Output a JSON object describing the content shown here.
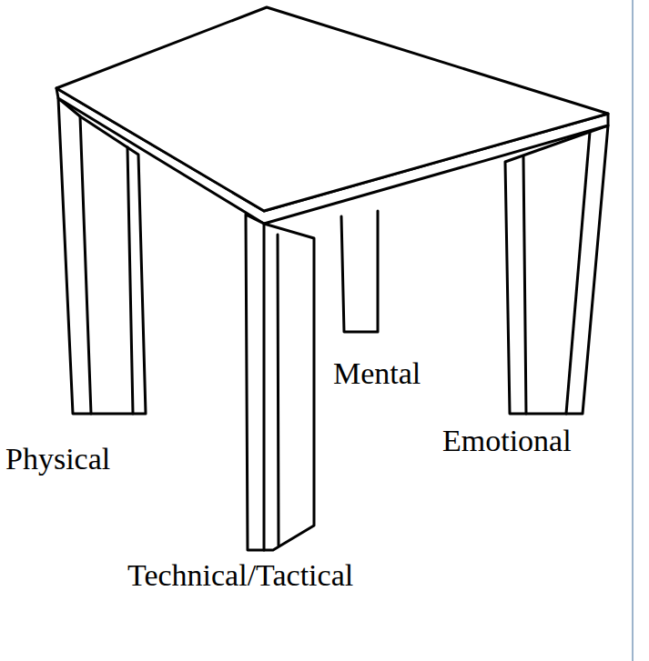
{
  "diagram": {
    "labels": [
      "Physical",
      "Mental",
      "Emotional",
      "Technical/Tactical"
    ]
  }
}
